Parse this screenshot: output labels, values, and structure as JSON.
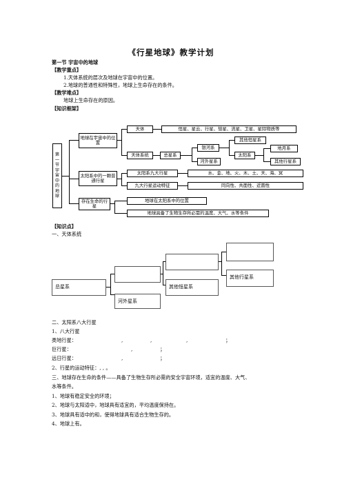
{
  "title": "《行星地球》教学计划",
  "section1": "第一节 宇宙中的地球",
  "key_points_label": "【教学重点】",
  "key_points": [
    "1.天体系统的层次及地球在宇宙中的位置。",
    "2.地球的普通性和特殊性，地球上生命存在的条件。"
  ],
  "difficulty_label": "【教学难点】",
  "difficulty": "地球上生命存在的原因。",
  "framework_label": "【知识框架】",
  "framework": {
    "root": "第一节 宇宙中的地球",
    "b1": "地球在宇宙中的位置",
    "b1_tianti": "天体",
    "b1_tianti_list": "恒星、星云、行星、彗星、流星、卫星、星际物质等",
    "b1_system": "天体系统",
    "b1_zong": "总星系",
    "b1_yinhe": "银河系",
    "b1_hewai": "河外星系",
    "b1_other_heng": "其他恒星系",
    "b1_taiyang": "太阳系",
    "b1_diyue": "地月系",
    "b1_other_xing": "其他行星系",
    "b2": "太阳系中的一颗普通行星",
    "b2_nine": "太阳系九大行星",
    "b2_nine_list": "水、金、地、火、木、土、天、海、冥",
    "b2_motion": "九大行星运动特征",
    "b2_motion_list": "同向性、共面性、近圆性",
    "b3": "存在生命的行星",
    "b3_pos": "地球在太阳系中的位置",
    "b3_cond": "地球具备了生物生存所必需的温度、大气、水等条件"
  },
  "knowledge_label": "【知识点】",
  "k1": "一、天体系统",
  "diagram": {
    "zong": "总星系",
    "hewai": "河外星系",
    "other_heng": "其他恒星系",
    "other_xing": "其他行星系"
  },
  "k2": "二、太阳系八大行星",
  "k2_1": "1、八大行星",
  "leidi": "类地行星：",
  "leidi_sep": [
    ",",
    ",",
    ",",
    "；"
  ],
  "jux": "巨行星：",
  "jux_sep": [
    ",",
    "；"
  ],
  "yuanri": "远日行星：",
  "yuanri_sep": [
    ",",
    "；"
  ],
  "k2_2": "2、行星的运动特征：, , 。",
  "k3": "三、地球存在生命的条件——具备了生物生存所必需的安全宇宙环境，适宜的温度、大气、",
  "k3b": "水等条件。",
  "k3_items": [
    "1、地球有稳定安全的环境；",
    "2、地球与太阳适中，地球具有适宜的，平均温度保持在。",
    "3、地球具有适中的和，使得地球具有适合生物生存的。",
    "4、地球上有。"
  ]
}
